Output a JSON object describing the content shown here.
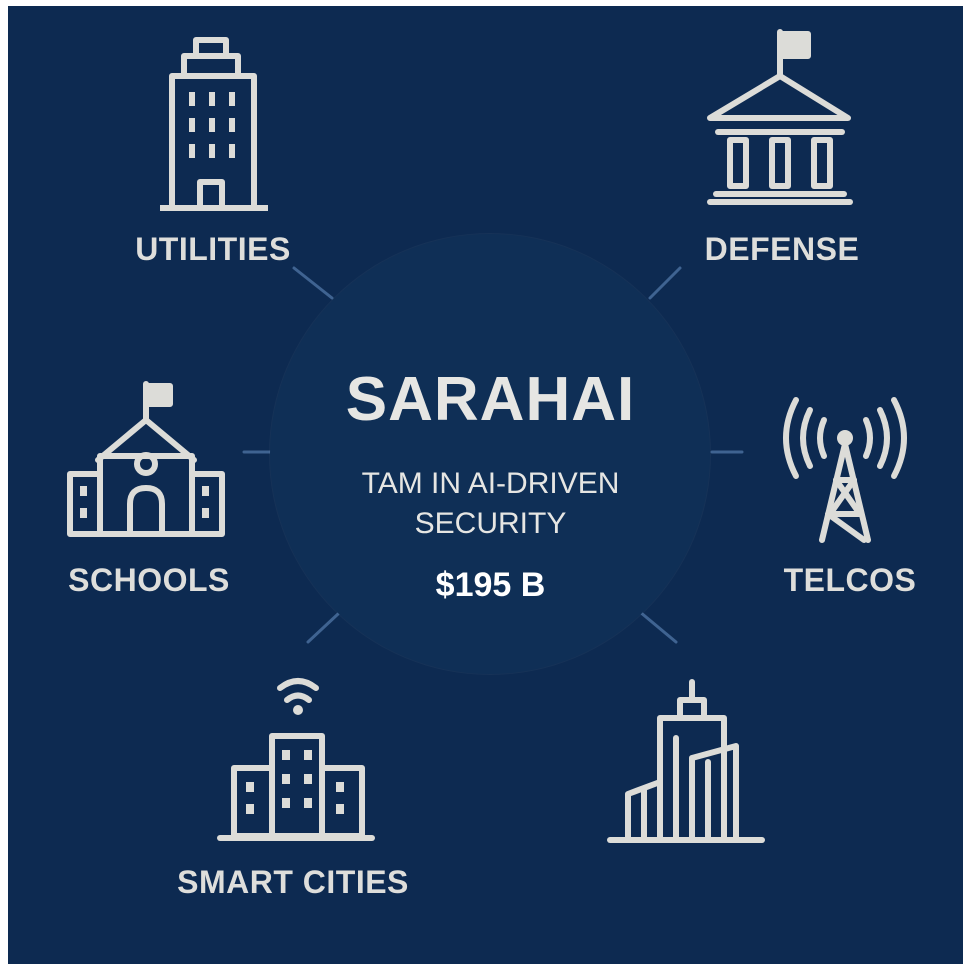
{
  "colors": {
    "background": "#0d2a51",
    "center_circle": "#0f2f56",
    "icon_stroke": "#dcdcd8",
    "spoke": "#3f6391"
  },
  "center": {
    "title": "SARAHAI",
    "subtitle_line1": "TAM IN AI-DRIVEN",
    "subtitle_line2": "SECURITY",
    "value": "$195 B"
  },
  "segments": [
    {
      "label": "UTILITIES",
      "icon": "office-building-icon"
    },
    {
      "label": "DEFENSE",
      "icon": "government-building-icon"
    },
    {
      "label": "SCHOOLS",
      "icon": "school-icon"
    },
    {
      "label": "TELCOS",
      "icon": "cell-tower-icon"
    },
    {
      "label": "SMART CITIES",
      "icon": "smart-city-icon"
    },
    {
      "label": "",
      "icon": "city-skyline-icon"
    }
  ]
}
